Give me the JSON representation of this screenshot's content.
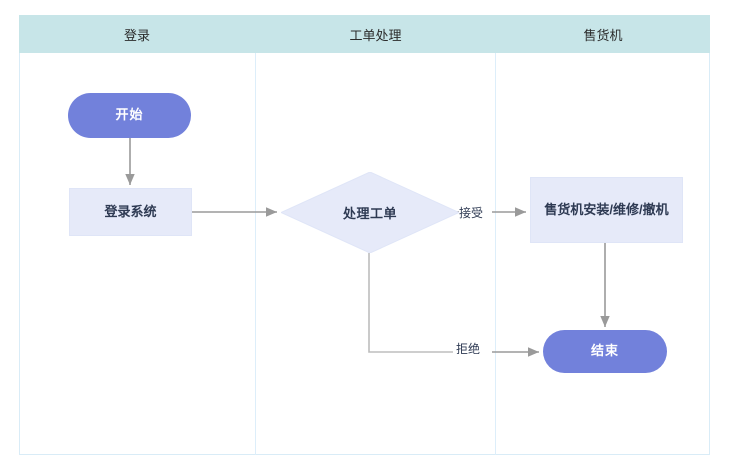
{
  "diagram": {
    "type": "swimlane-flowchart",
    "lanes": [
      {
        "id": "lane-login",
        "title": "登录"
      },
      {
        "id": "lane-ticket",
        "title": "工单处理"
      },
      {
        "id": "lane-machine",
        "title": "售货机"
      }
    ],
    "nodes": [
      {
        "id": "node-start",
        "label": "开始",
        "shape": "terminator",
        "lane": "lane-login"
      },
      {
        "id": "node-login",
        "label": "登录系统",
        "shape": "process",
        "lane": "lane-login"
      },
      {
        "id": "node-decision",
        "label": "处理工单",
        "shape": "decision",
        "lane": "lane-ticket"
      },
      {
        "id": "node-vending",
        "label": "售货机安装/维修/撤机",
        "shape": "process",
        "lane": "lane-machine"
      },
      {
        "id": "node-end",
        "label": "结束",
        "shape": "terminator",
        "lane": "lane-machine"
      }
    ],
    "edges": [
      {
        "id": "edge-start-login",
        "from": "node-start",
        "to": "node-login",
        "label": ""
      },
      {
        "id": "edge-login-decision",
        "from": "node-login",
        "to": "node-decision",
        "label": ""
      },
      {
        "id": "edge-decision-vending",
        "from": "node-decision",
        "to": "node-vending",
        "label": "接受"
      },
      {
        "id": "edge-decision-end",
        "from": "node-decision",
        "to": "node-end",
        "label": "拒绝"
      },
      {
        "id": "edge-vending-end",
        "from": "node-vending",
        "to": "node-end",
        "label": ""
      }
    ],
    "colors": {
      "lane_header_bg": "#c7e5e8",
      "lane_border": "#d9ecf7",
      "terminator_fill": "#7281db",
      "terminator_text": "#ffffff",
      "process_fill": "#e6eaf9",
      "process_text": "#2e3a53",
      "decision_fill": "#e6eaf9",
      "connector": "#9a9a9a",
      "canvas_bg": "#ffffff"
    }
  }
}
